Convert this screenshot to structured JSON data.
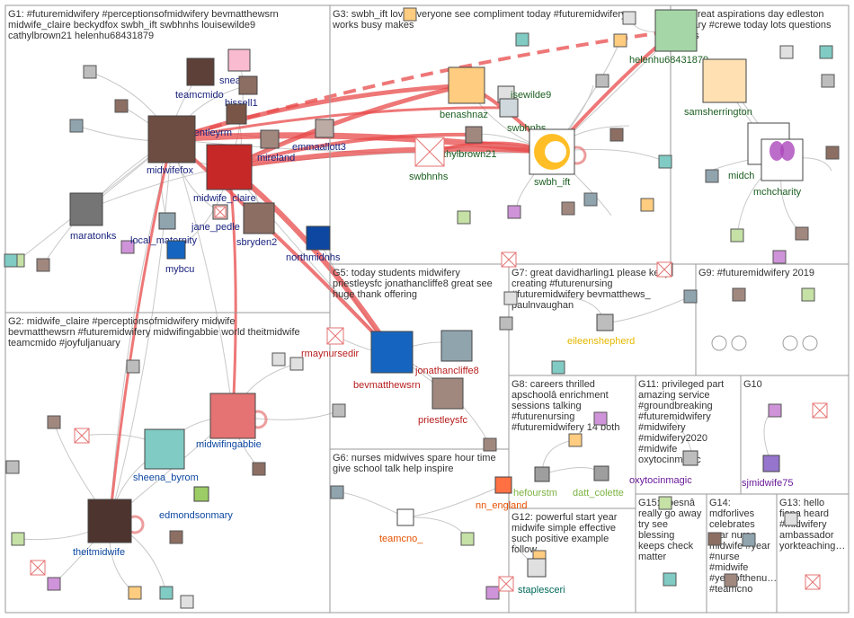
{
  "groups": [
    {
      "id": "G1",
      "lines": [
        "G1: #futuremidwifery #perceptionsofmidwifery bevmatthewsrn",
        "midwife_claire beckydfox swbh_ift swbhnhs louisewilde9",
        "cathylbrown21 helenhu68431879"
      ]
    },
    {
      "id": "G2",
      "lines": [
        "G2: midwife_claire #perceptionsofmidwifery midwife",
        "bevmatthewsrn #futuremidwifery midwifingabbie world theitmidwife",
        "teamcmido #joyfuljanuary"
      ]
    },
    {
      "id": "G3",
      "lines": [
        "G3: swbh_ift love everyone see compliment today #futuremidwifery",
        "works busy makes"
      ]
    },
    {
      "id": "G4",
      "lines": [
        "G4: great aspirations day edleston",
        "primary #crewe today lots questions",
        "pupils"
      ]
    },
    {
      "id": "G5",
      "lines": [
        "G5: today students midwifery",
        "priestleysfc jonathancliffe8 great see",
        "huge thank offering"
      ]
    },
    {
      "id": "G6",
      "lines": [
        "G6: nurses midwives spare hour time",
        "give school talk help inspire"
      ]
    },
    {
      "id": "G7",
      "lines": [
        "G7: great davidharling1 please keep",
        "creating #futurenursing",
        "#futuremidwifery bevmatthews_",
        "paulnvaughan"
      ]
    },
    {
      "id": "G8",
      "lines": [
        "G8: careers thrilled",
        "apschoolâ enrichment",
        "sessions talking",
        "#futurenursing",
        "#futuremidwifery 14 both"
      ]
    },
    {
      "id": "G9",
      "lines": [
        "G9: #futuremidwifery 2019"
      ]
    },
    {
      "id": "G10",
      "lines": [
        "G10"
      ]
    },
    {
      "id": "G11",
      "lines": [
        "G11: privileged part",
        "amazing service",
        "#groundbreaking",
        "#futuremidwifery",
        "#midwifery",
        "#midwifery2020",
        "#midwife",
        "oxytocinmagic"
      ]
    },
    {
      "id": "G12",
      "lines": [
        "G12: powerful start year",
        "midwife simple effective",
        "such positive example",
        "follow"
      ]
    },
    {
      "id": "G13",
      "lines": [
        "G13: hello",
        "fiona heard",
        "#midwifery",
        "ambassador",
        "yorkteaching…"
      ]
    },
    {
      "id": "G14",
      "lines": [
        "G14:",
        "mdforlives",
        "celebrates",
        "year nurse",
        "midwife #year",
        "#nurse",
        "#midwife",
        "#yearofthenu…",
        "#teamcno"
      ]
    },
    {
      "id": "G15",
      "lines": [
        "G15: doesnâ",
        "really go away",
        "try see",
        "blessing",
        "keeps check",
        "matter"
      ]
    }
  ],
  "nodes": [
    {
      "label": "teamcmido",
      "color": "#1a237e"
    },
    {
      "label": "snealrm",
      "color": "#1a237e"
    },
    {
      "label": "bissell1",
      "color": "#1a237e"
    },
    {
      "label": "janbentleyrm",
      "color": "#1a237e"
    },
    {
      "label": "midwifefox",
      "color": "#1a237e"
    },
    {
      "label": "mireland",
      "color": "#1a237e"
    },
    {
      "label": "emmaallott3",
      "color": "#1a237e"
    },
    {
      "label": "midwife_claire_",
      "color": "#1a237e"
    },
    {
      "label": "jane_pedle",
      "color": "#1a237e"
    },
    {
      "label": "maratonks",
      "color": "#1a237e"
    },
    {
      "label": "local_maternity",
      "color": "#1a237e"
    },
    {
      "label": "sbryden2",
      "color": "#1a237e"
    },
    {
      "label": "northmidnhs",
      "color": "#1a237e"
    },
    {
      "label": "mybcu",
      "color": "#1a237e"
    },
    {
      "label": "benashnaz",
      "color": "#1b5e20"
    },
    {
      "label": "isewilde9",
      "color": "#1b5e20"
    },
    {
      "label": "swbhnbs",
      "color": "#1b5e20"
    },
    {
      "label": "athylbrown21",
      "color": "#1b5e20"
    },
    {
      "label": "swbhnhs",
      "color": "#1b5e20"
    },
    {
      "label": "swbh_ift",
      "color": "#1b5e20"
    },
    {
      "label": "helenhu68431879",
      "color": "#1b5e20"
    },
    {
      "label": "samsherrington",
      "color": "#1b5e20"
    },
    {
      "label": "midch",
      "color": "#1b5e20"
    },
    {
      "label": "mchcharity",
      "color": "#1b5e20"
    },
    {
      "label": "midwifingabbie",
      "color": "#0d47a1"
    },
    {
      "label": "sheena_byrom",
      "color": "#0d47a1"
    },
    {
      "label": "edmondsonmary",
      "color": "#0d47a1"
    },
    {
      "label": "theitmidwife",
      "color": "#0d47a1"
    },
    {
      "label": "rmaynursedir",
      "color": "#b71c1c"
    },
    {
      "label": "bevmatthewsrn",
      "color": "#b71c1c"
    },
    {
      "label": "jonathancliffe8",
      "color": "#b71c1c"
    },
    {
      "label": "priestleysfc",
      "color": "#b71c1c"
    },
    {
      "label": "eileenshepherd",
      "color": "#e6b800"
    },
    {
      "label": "teamcno_",
      "color": "#e65100"
    },
    {
      "label": "nn_england",
      "color": "#e65100"
    },
    {
      "label": "hefourstm",
      "color": "#7cb342"
    },
    {
      "label": "datt_colette",
      "color": "#7cb342"
    },
    {
      "label": "oxytocinmagic",
      "color": "#6a1b9a"
    },
    {
      "label": "sjmidwife75",
      "color": "#6a1b9a"
    },
    {
      "label": "staplesceri",
      "color": "#00695c"
    }
  ],
  "palette": {
    "edge_gray": "#c8c8c8",
    "edge_red": "#e84a4a",
    "box_border": "#9a9a9a"
  }
}
